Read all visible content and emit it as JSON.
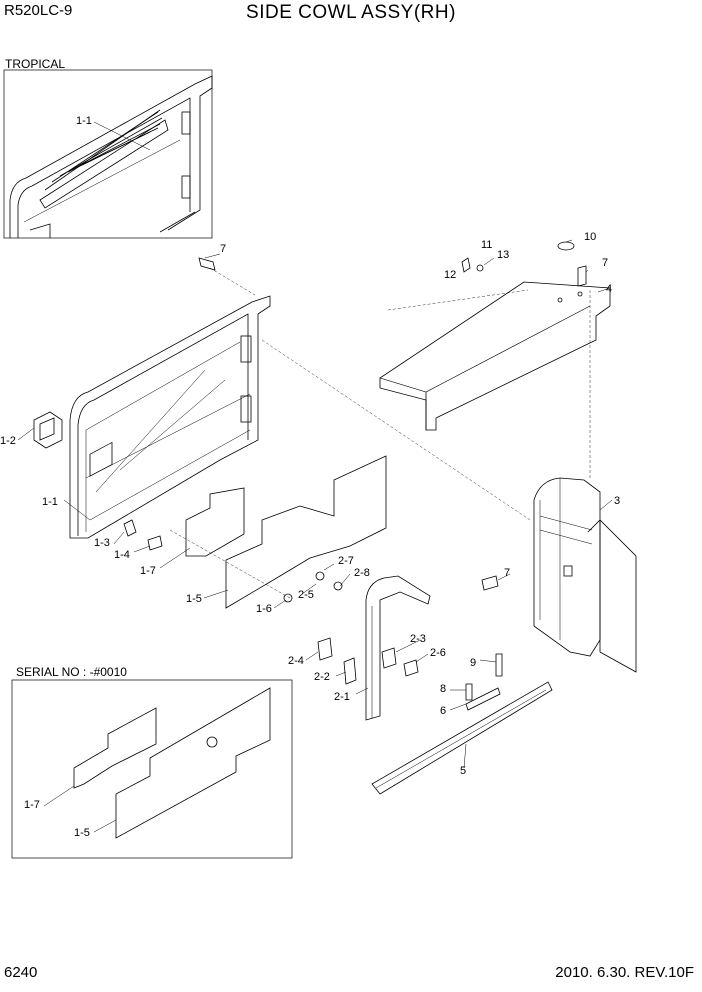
{
  "header": {
    "model": "R520LC-9",
    "title": "SIDE COWL ASSY(RH)"
  },
  "footer": {
    "page_number": "6240",
    "revision": "2010. 6.30.  REV.10F"
  },
  "insets": {
    "tropical_label": "TROPICAL",
    "serial_label": "SERIAL NO : -#0010"
  },
  "callouts": {
    "c1_1_trop": "1-1",
    "c7_top": "7",
    "c11": "11",
    "c13": "13",
    "c12": "12",
    "c10": "10",
    "c7_right": "7",
    "c4": "4",
    "c1_2": "1-2",
    "c1_1": "1-1",
    "c3": "3",
    "c1_3": "1-3",
    "c1_4": "1-4",
    "c1_7": "1-7",
    "c2_7": "2-7",
    "c2_8": "2-8",
    "c7_mid": "7",
    "c1_5": "1-5",
    "c2_5": "2-5",
    "c1_6": "1-6",
    "c2_3": "2-3",
    "c2_6": "2-6",
    "c2_4": "2-4",
    "c9": "9",
    "c2_2": "2-2",
    "c8": "8",
    "c2_1": "2-1",
    "c6": "6",
    "c5": "5",
    "c1_7_inset": "1-7",
    "c1_5_inset": "1-5"
  }
}
